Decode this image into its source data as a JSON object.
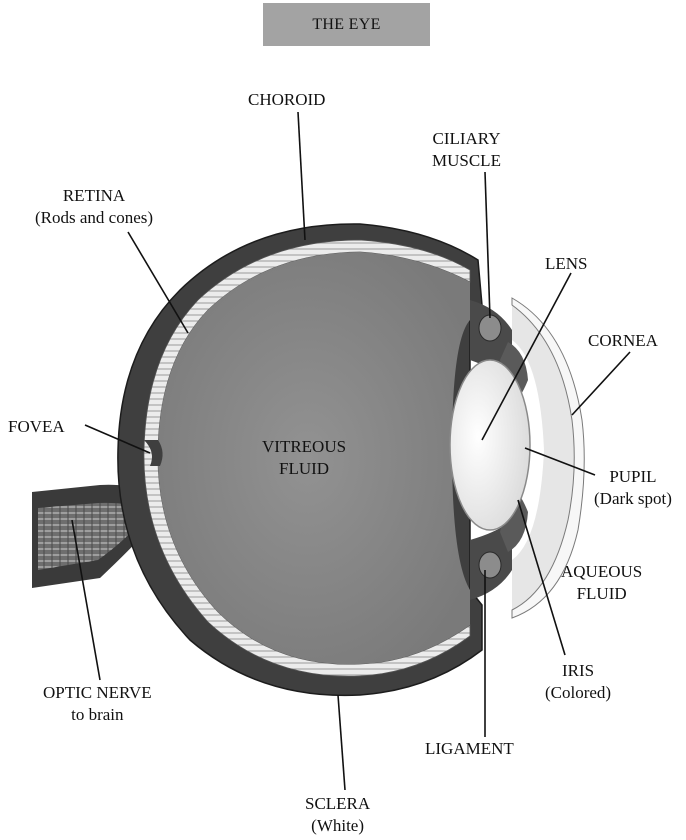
{
  "title": "THE EYE",
  "labels": {
    "choroid": {
      "line1": "CHOROID"
    },
    "ciliary_muscle": {
      "line1": "CILIARY",
      "line2": "MUSCLE"
    },
    "retina": {
      "line1": "RETINA",
      "line2": "(Rods and cones)"
    },
    "lens": {
      "line1": "LENS"
    },
    "cornea": {
      "line1": "CORNEA"
    },
    "fovea": {
      "line1": "FOVEA"
    },
    "vitreous_fluid": {
      "line1": "VITREOUS",
      "line2": "FLUID"
    },
    "pupil": {
      "line1": "PUPIL",
      "line2": "(Dark spot)"
    },
    "aqueous_fluid": {
      "line1": "AQUEOUS",
      "line2": "FLUID"
    },
    "iris": {
      "line1": "IRIS",
      "line2": "(Colored)"
    },
    "optic_nerve": {
      "line1": "OPTIC NERVE",
      "line2": "to brain"
    },
    "ligament": {
      "line1": "LIGAMENT"
    },
    "sclera": {
      "line1": "SCLERA",
      "line2": "(White)"
    }
  },
  "colors": {
    "title_box": "#a3a3a3",
    "sclera": "#3f3f3f",
    "vitreous": "#8a8a8a",
    "retina_band": "#e8e8e8",
    "lens": "#efefef",
    "cornea": "#f4f4f4"
  }
}
